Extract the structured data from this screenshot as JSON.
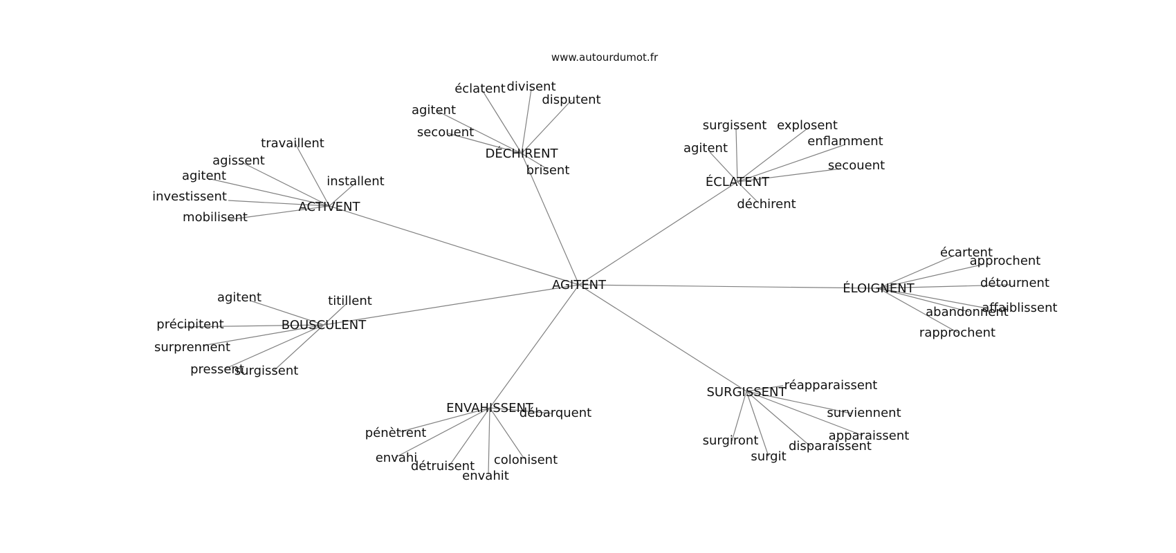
{
  "site": "www.autourdumot.fr",
  "center": "AGITENT",
  "clusters": [
    {
      "label": "DÉCHIRENT",
      "leaves": [
        "éclatent",
        "divisent",
        "disputent",
        "agitent",
        "secouent",
        "brisent"
      ]
    },
    {
      "label": "ÉCLATENT",
      "leaves": [
        "surgissent",
        "explosent",
        "enflamment",
        "agitent",
        "secouent",
        "déchirent"
      ]
    },
    {
      "label": "ACTIVENT",
      "leaves": [
        "travaillent",
        "agissent",
        "agitent",
        "installent",
        "investissent",
        "mobilisent"
      ]
    },
    {
      "label": "ÉLOIGNENT",
      "leaves": [
        "écartent",
        "approchent",
        "détournent",
        "affaiblissent",
        "abandonnent",
        "rapprochent"
      ]
    },
    {
      "label": "BOUSCULENT",
      "leaves": [
        "agitent",
        "titillent",
        "précipitent",
        "surprennent",
        "pressent",
        "surgissent"
      ]
    },
    {
      "label": "SURGISSENT",
      "leaves": [
        "réapparaissent",
        "surviennent",
        "apparaissent",
        "disparaissent",
        "surgit",
        "surgiront"
      ]
    },
    {
      "label": "ENVAHISSENT",
      "leaves": [
        "débarquent",
        "pénètrent",
        "envahi",
        "détruisent",
        "envahit",
        "colonisent"
      ]
    }
  ]
}
